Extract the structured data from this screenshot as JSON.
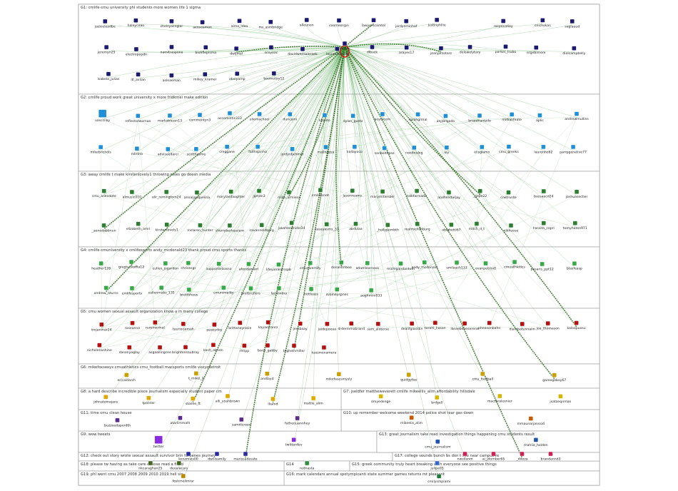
{
  "colors": {
    "g1": "#1a1a6e",
    "g2": "#1f8fd6",
    "g3": "#2e7d32",
    "g4": "#3aa84a",
    "g5": "#b31212",
    "g6": "#c9a000",
    "g7": "#d4b800",
    "g8": "#e0a800",
    "g9": "#8a2be2",
    "g10": "#c85a00",
    "g11": "#5b2c8a",
    "g12": "#2a2aa0",
    "g13": "#2255aa",
    "g14": "#2d8f3c",
    "g15": "#3366cc",
    "g16": "#1f7a3a",
    "g17": "#cc2255",
    "g18": "#446622",
    "g19": "#bb8800",
    "edge": "#3a9b3a",
    "edge_strong": "#2d6e1d",
    "hub_loop": "#d81b1b"
  },
  "groups": [
    {
      "id": "G1",
      "title": "G1: cmlife cmu university phl students more women life 1 sigma",
      "color": "g1",
      "nodes": [
        "jackieleadbe",
        "haleyceao",
        "chelsyasnglar",
        "aeoseamon",
        "alma_ldea",
        "ms_asmbridge",
        "alleunon",
        "coomeor@n",
        "lawyerscamtel",
        "jordynminhof",
        "justinphilie",
        "cmlife",
        "rocpecatley",
        "cnichokas",
        "saglauud",
        "jeremyn25",
        "electropopdn",
        "namitraspona",
        "biohflepisma",
        "dwljmal",
        "scoyoac",
        "davidweesaleraek",
        "lauracasey00",
        "dlbuck",
        "arayes17",
        "joanjarzotarz",
        "delowelytary",
        "parker_trubo",
        "ergeblmore",
        "diolcampbelly",
        "isabela_julias",
        "itl_avilan",
        "asleaeman",
        "mikey_kramer",
        "obelyamp",
        "boomstiry12"
      ]
    },
    {
      "id": "G2",
      "title": "G2: cmlife proud work great university x more fridkmei make edition",
      "color": "g2",
      "nodes": [
        "uasccilay",
        "reflectorwoman",
        "markstrossn13",
        "commontyn3",
        "accomintis333",
        "uliemachool",
        "duncami",
        "kbanto",
        "dylan_goetz",
        "aoyorcem",
        "sarahgrmal",
        "anjdelgado",
        "brianmantzilo",
        "midianfeate",
        "aplic",
        "andrewmullins",
        "mikebrichols",
        "ndntno",
        "adviseedarci",
        "scotthesme",
        "creggane",
        "faithspinho",
        "jordynbehmer",
        "mallnepsa",
        "kallayoco",
        "sanbelthase",
        "nooltoulog",
        "ley",
        "elisglamn",
        "cmu_greeks",
        "laurenho62",
        "parrpgenelive77"
      ]
    },
    {
      "id": "G3",
      "title": "G3: away cmlife t make kirstenlovely1 throwing news go doesn media",
      "color": "g3",
      "nodes": [
        "cmu_anecdote",
        "almusic010",
        "alir_remingtom24",
        "annaljacquelina",
        "marylasdaughter",
        "jgman3",
        "mike_armiesa",
        "cmlifesnet",
        "jasonreams",
        "marymitlenber",
        "talkfarmada",
        "andhendarjay",
        "_jjepe22",
        "cnetrunte",
        "bassaacd24",
        "joshuasecher",
        "_aonedabbnun",
        "elizabeth_amri",
        "kirstenlovely1",
        "mclaren_hunter",
        "sherryberlepsiam",
        "cavannoldburg",
        "jakahendricks34",
        "easayasms_33",
        "abdulaa",
        "_hollypembth",
        "realmichchburg",
        "abighetti67",
        "mitch_d_t",
        "nikhuose",
        "hassita_capri",
        "tomyhaten971"
      ]
    },
    {
      "id": "G4",
      "title": "G4: cmlife cmuniversity x cmlifesports andy_mcdonald23 thank proud cmu sports thanks",
      "color": "g4",
      "nodes": [
        "heather128",
        "gregtuckoffia12",
        "cullen_jogardon",
        "chrisesgr",
        "supporterbasso",
        "afondamwrl",
        "lifeyanlearsspb",
        "cmuniversity",
        "donaldrnboo",
        "adamlearsesa",
        "michigandantum",
        "andy_mcdonald",
        "smilaach133",
        "evanpetrini0",
        "cmuathletics",
        "pasaris_ppt12",
        "blasfeasp",
        "andrew_aturns",
        "cmlifesports",
        "cullenmaks_135",
        "bretthhous",
        "cmunimality",
        "brettnullers",
        "lachlintna",
        "hotteass",
        "svalneyspnes",
        "aughmini033"
      ]
    },
    {
      "id": "G5",
      "title": "G5: cmu women sexual assault organization know a m many college",
      "color": "g5",
      "nodes": [
        "trojanmar24",
        "roseanne",
        "ruremerinal",
        "tauriorjamah",
        "peasydoy",
        "brittaneyrosie",
        "kayaerranrz",
        "jessbaay",
        "jaidepoeaa",
        "drdermmabrand",
        "sam_aloterse",
        "dealifgiasidin",
        "tarahl_hasan",
        "ikeaebeneserene",
        "pheasonbahn",
        "diambatunnaim",
        "joa_thomason",
        "kaloopuosu",
        "nicholenoshine",
        "dasonyaglay",
        "asgaallingcee",
        "brightonsaubray",
        "kash_obrien",
        "rlmpp",
        "boris_gabby",
        "teghelnmiller",
        "tuesmcnamera"
      ]
    },
    {
      "id": "G6",
      "title": "G6: mikefoxsexyx cmuathletics cmu_football macsports cmlife vxxyzdetroit",
      "color": "g6",
      "nodes": [
        "ericaldarch",
        "t_mikel_2",
        "andlayd",
        "mikefasesmysly",
        "quidgyfee",
        "cmu_football",
        "gareegeboy67"
      ]
    },
    {
      "id": "G7",
      "title": "G7: jseldfer mattheweverett cmlife mikeellis_alim affordability hillsdale",
      "color": "g7",
      "nodes": [
        "omyedenge",
        "brdgell",
        "mactoralexnier",
        "jsatanqnman"
      ]
    },
    {
      "id": "G8",
      "title": "G8: a hard describe incredible piece journalism especially student paper cm",
      "color": "g8",
      "nodes": [
        "johnatomajans",
        "tpolster",
        "stoiiee_ft",
        "alli_yoahbrown",
        "lliamd",
        "mattie_alim"
      ]
    },
    {
      "id": "G9",
      "title": "G9: wow tweets",
      "color": "g9",
      "nodes": [
        "twitter",
        "twitterdev"
      ]
    },
    {
      "id": "G10",
      "title": "G10: up remember welcome weekend 2014 police shot tear gas down",
      "color": "g10",
      "nodes": [
        "mikeelis_alim",
        "mmaunarjanssid"
      ]
    },
    {
      "id": "G11",
      "title": "G11: time cmu clean house",
      "color": "g11",
      "nodes": [
        "buzzeedaperdth",
        "atarlimmalh",
        "samdicroan",
        "fatherjuannhey"
      ]
    },
    {
      "id": "G12",
      "title": "G12: check out story wrote sexual assault survivor brin forbenes journey",
      "color": "g12",
      "nodes": [
        "kenzmies00",
        "dwilisamily",
        "marissadesste"
      ]
    },
    {
      "id": "G13",
      "title": "G13: great journalism take read investigation things happening cmu students result",
      "color": "g13",
      "nodes": [
        "cmu_journalism",
        "mahlia_holden"
      ]
    },
    {
      "id": "G14",
      "title": "G14",
      "color": "g14",
      "nodes": [
        "rednasta"
      ]
    },
    {
      "id": "G15",
      "title": "G15: greek community truly heart breaking wish everyone see positive things",
      "color": "g15",
      "nodes": [
        "julipe05"
      ]
    },
    {
      "id": "G16",
      "title": "G16: mark calendars annual spotympicanti state summer games returns mt pleasant",
      "color": "g16",
      "nodes": [
        "cmilysmpiami"
      ]
    },
    {
      "id": "G17",
      "title": "G17: college sounds bunch bs don t live near campus re",
      "color": "g17",
      "nodes": [
        "nwstlsnm",
        "ai_jdomber65",
        "_ddoza",
        "brandannd3"
      ]
    },
    {
      "id": "G18",
      "title": "G18: please tw having as take care choose read a filled",
      "color": "g18",
      "nodes": [
        "nkcaraghan25",
        "deealacary"
      ]
    },
    {
      "id": "G19",
      "title": "G19: phl went cmu 2007 2008 2009 2010 2019 hell sig",
      "color": "g19",
      "nodes": [
        "foshmelimrar"
      ]
    }
  ]
}
